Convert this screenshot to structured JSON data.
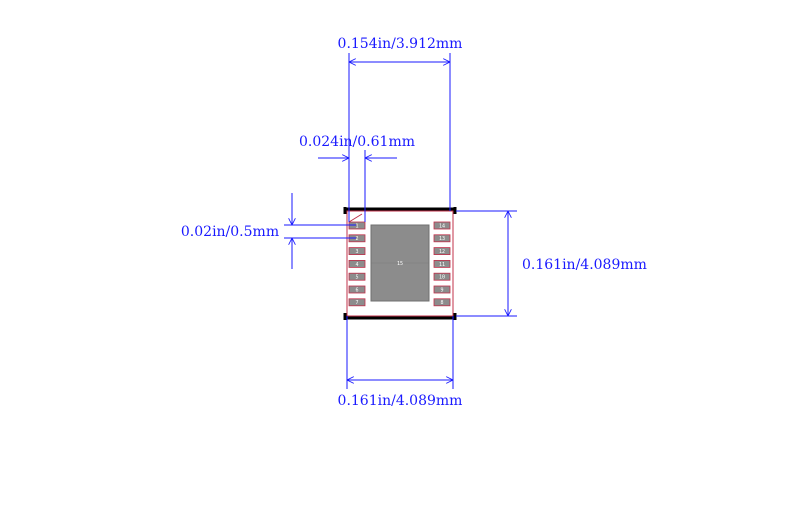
{
  "dimensions": {
    "body_length_top": "0.154in/3.912mm",
    "pad_width": "0.024in/0.61mm",
    "pad_pitch": "0.02in/0.5mm",
    "body_height_right": "0.161in/4.089mm",
    "body_width_bottom": "0.161in/4.089mm"
  },
  "package": {
    "left_pads": [
      "1",
      "2",
      "3",
      "4",
      "5",
      "6",
      "7"
    ],
    "right_pads": [
      "14",
      "13",
      "12",
      "11",
      "10",
      "9",
      "8"
    ],
    "center_pad": "15"
  },
  "colors": {
    "dimension": "#1a1aff",
    "outline": "#c0304a",
    "pad": "#8c8c8c",
    "body_edge": "#000000"
  }
}
